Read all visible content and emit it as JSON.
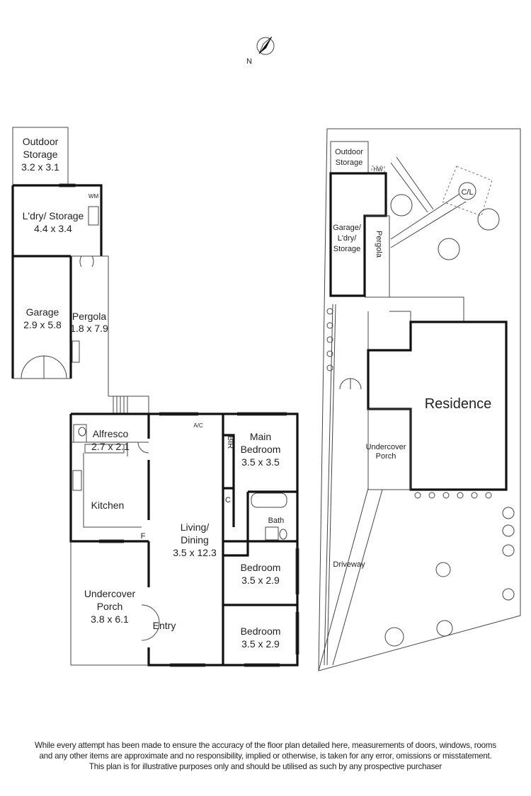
{
  "compass": {
    "label": "N"
  },
  "floor_plan": {
    "rooms": {
      "outdoor_storage": {
        "name_1": "Outdoor",
        "name_2": "Storage",
        "size": "3.2 x 3.1"
      },
      "laundry": {
        "name": "L'dry/ Storage",
        "size": "4.4 x 3.4",
        "wm": "WM"
      },
      "garage": {
        "name": "Garage",
        "size": "2.9 x 5.8"
      },
      "pergola": {
        "name": "Pergola",
        "size": "1.8 x 7.9"
      },
      "alfresco": {
        "name": "Alfresco",
        "size": "2.7 x 2.1"
      },
      "kitchen": {
        "name": "Kitchen",
        "fridge": "F"
      },
      "living": {
        "name_1": "Living/",
        "name_2": "Dining",
        "size": "3.5 x 12.3",
        "ac": "A/C"
      },
      "main_bedroom": {
        "name_1": "Main",
        "name_2": "Bedroom",
        "size": "3.5 x 3.5",
        "bir": "BIR",
        "cupboard": "C"
      },
      "bath": {
        "name": "Bath"
      },
      "bedroom_2": {
        "name": "Bedroom",
        "size": "3.5 x 2.9"
      },
      "bedroom_3": {
        "name": "Bedroom",
        "size": "3.5 x 2.9"
      },
      "undercover_porch": {
        "name_1": "Undercover",
        "name_2": "Porch",
        "size": "3.8 x 6.1"
      },
      "entry": {
        "name": "Entry"
      }
    }
  },
  "site_plan": {
    "outdoor_storage": {
      "name_1": "Outdoor",
      "name_2": "Storage",
      "hw": "HW"
    },
    "garage": {
      "name_1": "Garage/",
      "name_2": "L'dry/",
      "name_3": "Storage"
    },
    "pergola": "Pergola",
    "clothesline": "C/L",
    "residence": "Residence",
    "undercover_porch": {
      "name_1": "Undercover",
      "name_2": "Porch"
    },
    "driveway": "Driveway"
  },
  "disclaimer": {
    "line1": "While every attempt has been made to ensure the accuracy of the floor plan detailed here, measurements of doors, windows, rooms",
    "line2": "and any other items are approximate and no responsibility, implied or otherwise, is taken for any error, omissions or misstatement.",
    "line3": "This plan is for illustrative purposes only and should be utilised as such by any prospective purchaser"
  }
}
